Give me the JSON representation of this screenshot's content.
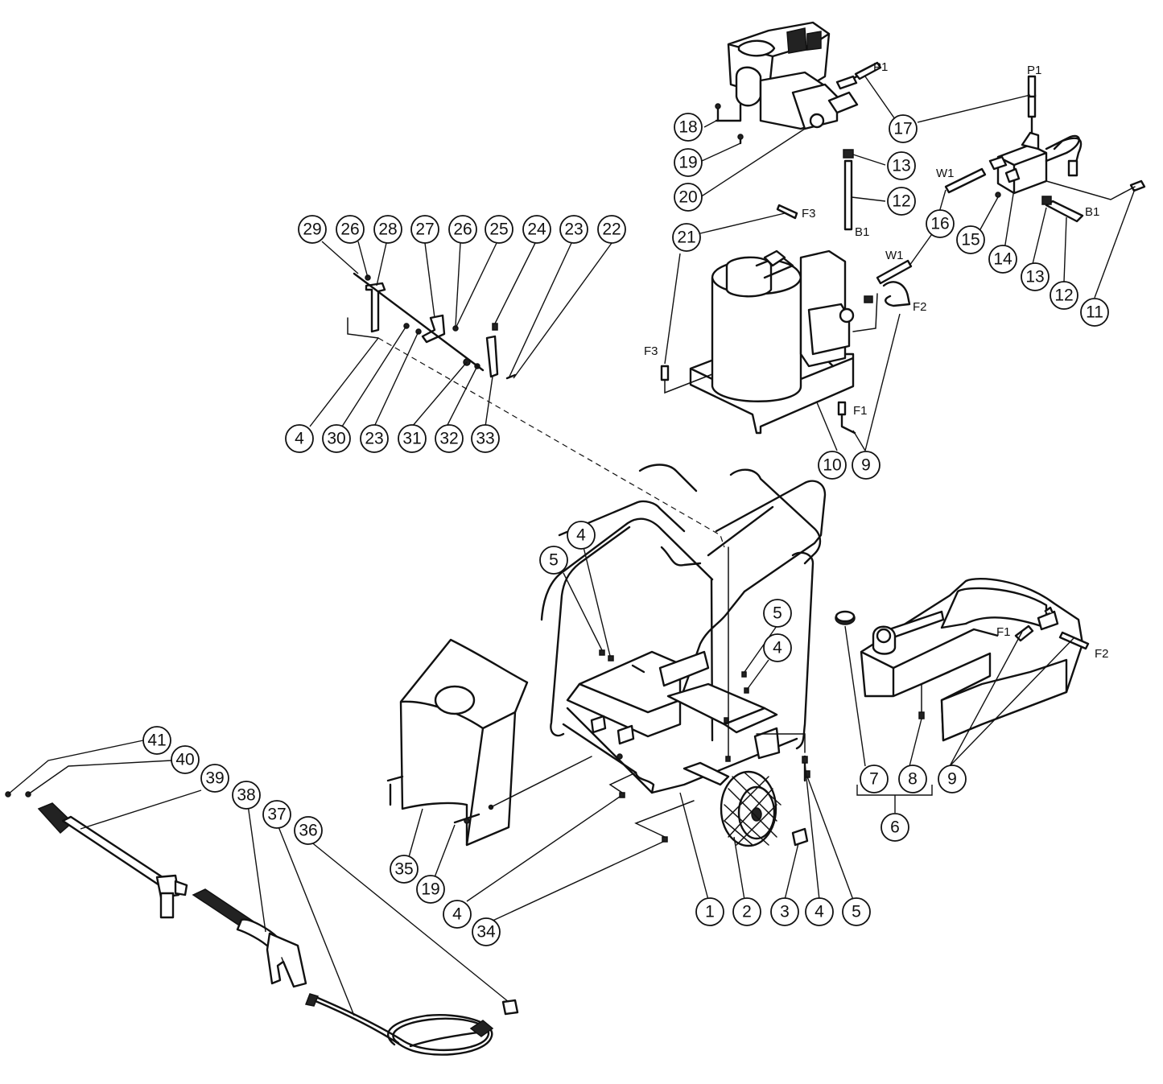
{
  "callouts": [
    "29",
    "26",
    "28",
    "27",
    "26",
    "25",
    "24",
    "23",
    "22",
    "4",
    "30",
    "23",
    "31",
    "32",
    "33",
    "18",
    "19",
    "20",
    "17",
    "13",
    "12",
    "21",
    "16",
    "15",
    "14",
    "13",
    "12",
    "11",
    "10",
    "9",
    "5",
    "4",
    "5",
    "4",
    "7",
    "8",
    "9",
    "6",
    "41",
    "40",
    "39",
    "38",
    "37",
    "36",
    "35",
    "19",
    "4",
    "34",
    "1",
    "2",
    "3",
    "4",
    "5"
  ],
  "tags": [
    "P1",
    "P1",
    "W1",
    "B1",
    "F3",
    "B1",
    "W1",
    "F2",
    "F3",
    "F1",
    "F1",
    "F2"
  ],
  "icons": [
    "engine-pump-assembly-icon",
    "unloader-valve-assembly-icon",
    "burner-coil-heater-icon",
    "cart-frame-icon",
    "wheel-icon",
    "shroud-panel-icon",
    "fuel-tank-icon",
    "spray-wand-icon",
    "trigger-gun-icon",
    "pressure-hose-icon",
    "bracket-hardware-icon"
  ]
}
